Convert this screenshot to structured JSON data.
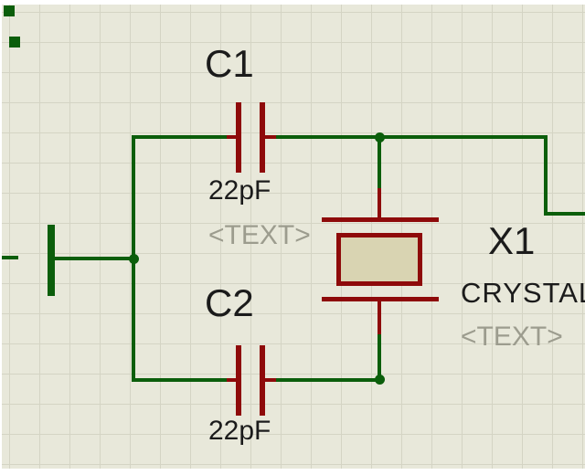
{
  "colors": {
    "bg": "#e8e8da",
    "grid": "#d4d4c4",
    "wire": "#0b5e0b",
    "component": "#8e0a0a",
    "text": "#1b1b1b",
    "muted": "#9c9c8e",
    "body_fill": "#d9d4b2",
    "frame": "#ffffff"
  },
  "parts": {
    "c1": {
      "ref": "C1",
      "value": "22pF",
      "property": "<TEXT>"
    },
    "c2": {
      "ref": "C2",
      "value": "22pF"
    },
    "x1": {
      "ref": "X1",
      "value": "CRYSTAL",
      "property": "<TEXT>"
    }
  }
}
